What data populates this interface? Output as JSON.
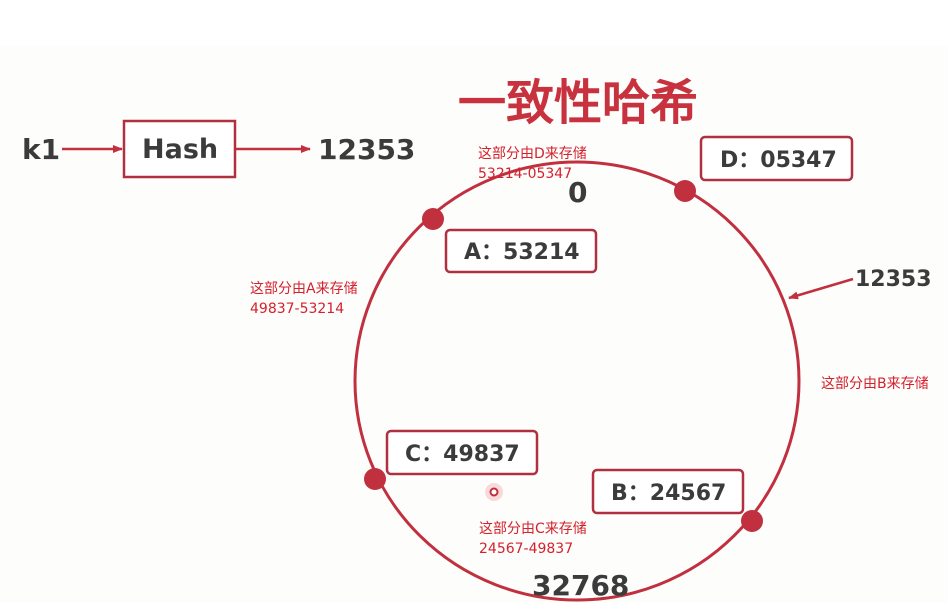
{
  "title": "一致性哈希",
  "flow": {
    "key": "k1",
    "hash_box": "Hash",
    "hash_result": "12353"
  },
  "ring": {
    "top_label": "0",
    "bottom_label": "32768",
    "incoming_value": "12353"
  },
  "nodes": [
    {
      "id": "A",
      "label": "A：53214"
    },
    {
      "id": "B",
      "label": "B：24567"
    },
    {
      "id": "C",
      "label": "C：49837"
    },
    {
      "id": "D",
      "label": "D：05347"
    }
  ],
  "ranges": [
    {
      "node": "D",
      "line1": "这部分由D来存储",
      "line2": "53214-05347"
    },
    {
      "node": "A",
      "line1": "这部分由A来存储",
      "line2": "49837-53214"
    },
    {
      "node": "B",
      "line1": "这部分由B来存储"
    },
    {
      "node": "C",
      "line1": "这部分由C来存储",
      "line2": "24567-49837"
    }
  ],
  "colors": {
    "accent": "#c0303f",
    "note_red": "#d4212d",
    "text_dark": "#3b3b3b"
  }
}
